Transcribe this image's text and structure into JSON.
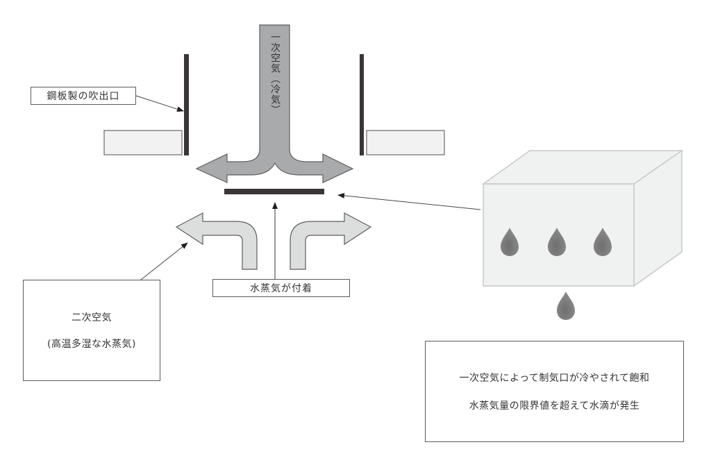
{
  "labels": {
    "outlet": "鋼板製の吹出口",
    "primary_air_main": "一次空気",
    "primary_air_paren": "（冷気）",
    "steam_attach": "水蒸気が付着",
    "secondary_air_title": "二次空気",
    "secondary_air_detail": "(高温多湿な水蒸気)",
    "result_line1": "一次空気によって制気口が冷やされて飽和",
    "result_line2": "水蒸気量の限界値を超えて水滴が発生"
  },
  "colors": {
    "primary_arrow_fill": "#a9aaac",
    "secondary_arrow_fill": "#dcdddd",
    "wall": "#3a3536",
    "block_fill": "#f2f2f2",
    "box_fill": "#f0f1f1",
    "box_stroke": "#c8c8c8",
    "droplet": "#7d7d7d"
  }
}
